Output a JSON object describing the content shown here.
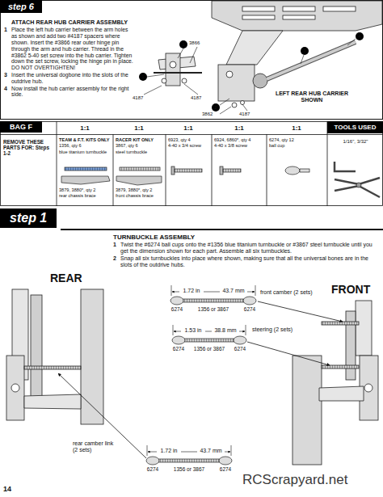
{
  "diagram": {
    "nodes": [
      {
        "text": [
          "step 6"
        ]
      },
      {
        "text": [
          "BAG F"
        ]
      },
      {
        "text": [
          "TOOLS USED"
        ]
      },
      {
        "text": [
          "step 1"
        ]
      }
    ],
    "labels": [
      "ATTACH REAR HUB CARRIER ASSEMBLY",
      "1",
      "Place the left hub carrier between the arm holes as shown and add two #4187 spacers where shown. Insert the #3866 rear outer hinge pin through the arm and hub carrier. Thread in the #3862 5-40 set screw into the hub carrier. Tighten down the set screw, locking the hinge pin in place. DO NOT OVERTIGHTEN!",
      "3",
      "Insert the universal dogbone into the slots of the outdrive hub.",
      "4",
      "Now install the hub carrier assembly for the right side.",
      "1",
      "4187",
      "1",
      "3866",
      "4187",
      "2",
      "3862",
      "4187",
      "3",
      "4",
      "LEFT REAR HUB CARRIER SHOWN",
      "1:1",
      "1:1",
      "1:1",
      "1:1",
      "1:1",
      "REMOVE THESE PARTS FOR: Steps 1-2",
      "TEAM & F.T. KITS ONLY",
      "1356, qty 6",
      "blue titanium turnbuckle",
      "RACER KIT ONLY",
      "3867, qty 6",
      "steel turnbuckle",
      "6923, qty 4",
      "4-40 x 3/4 screw",
      "6924, 6860*, qty 4",
      "4-40 x 3/8 screw",
      "6274, qty 12",
      "ball cup",
      "3879, 3880*, qty 2",
      "rear chassis brace",
      "3879, 3880*, qty 2",
      "front chassis brace",
      "1/16\", 3/32\"",
      "TURNBUCKLE ASSEMBLY",
      "1",
      "Twist the #6274 ball cups onto the #1356 blue titanium turnbuckle or #3867 steel turnbuckle until you get the dimension shown for each part. Assemble all six turnbuckles.",
      "2",
      "Snap all six turnbuckles into place where shown, making sure that all the universal bones are in the slots of the outdrive hubs.",
      "REAR",
      "FRONT",
      "1.72 in",
      "43.7 mm",
      "6274",
      "1356 or 3867",
      "6274",
      "front camber (2 sets)",
      "1.53 in",
      "38.8 mm",
      "6274",
      "1356 or 3867",
      "6274",
      "steering (2 sets)",
      "rear camber link (2 sets)",
      "1.72 in",
      "43.7 mm",
      "6274",
      "1356 or 3867",
      "6274",
      "14",
      "RCScrapyard.net"
    ]
  }
}
